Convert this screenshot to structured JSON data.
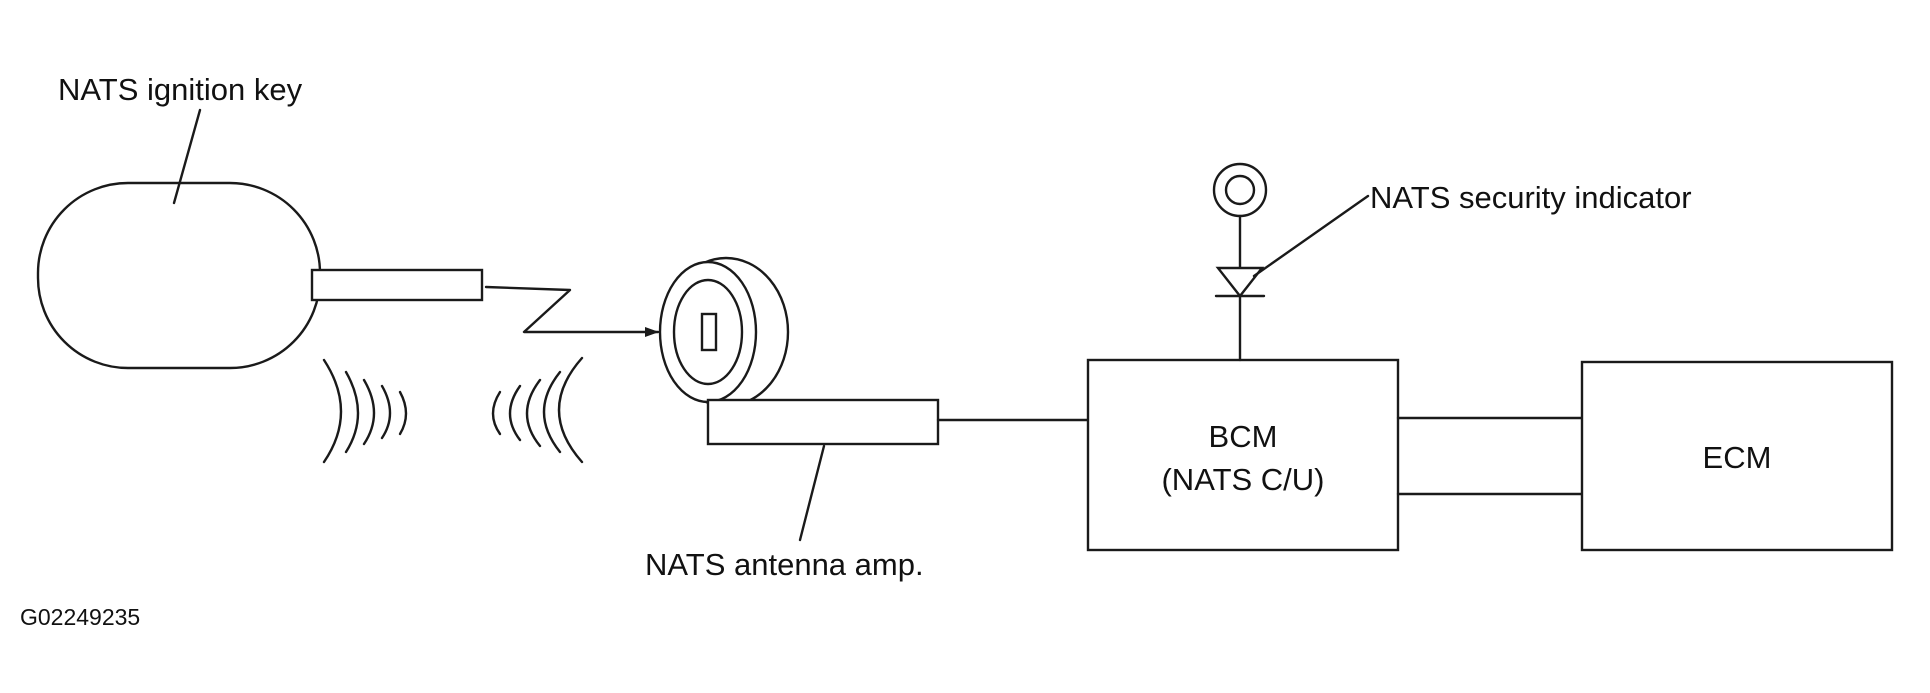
{
  "labels": {
    "ignition_key": "NATS ignition key",
    "security_indicator": "NATS security indicator",
    "antenna_amp": "NATS antenna amp.",
    "bcm_line1": "BCM",
    "bcm_line2": "(NATS C/U)",
    "ecm": "ECM",
    "figure_id": "G02249235"
  }
}
